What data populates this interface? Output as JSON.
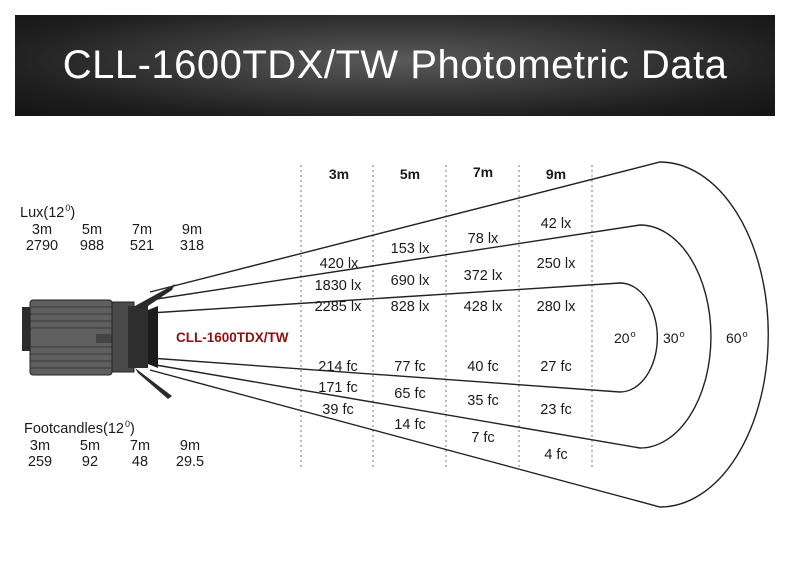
{
  "title": "CLL-1600TDX/TW Photometric Data",
  "fixture_label": "CLL-1600TDX/TW",
  "lux_legend": {
    "heading": "Lux(12",
    "heading_sup": "0",
    "heading_close": ")",
    "distances": [
      "3m",
      "5m",
      "7m",
      "9m"
    ],
    "values": [
      "2790",
      "988",
      "521",
      "318"
    ]
  },
  "fc_legend": {
    "heading": "Footcandles(12",
    "heading_sup": "0",
    "heading_close": ")",
    "distances": [
      "3m",
      "5m",
      "7m",
      "9m"
    ],
    "values": [
      "259",
      "92",
      "48",
      "29.5"
    ]
  },
  "column_headers": [
    "3m",
    "5m",
    "7m",
    "9m"
  ],
  "lux_table": {
    "60_deg": [
      "420 lx",
      "153 lx",
      "78 lx",
      "42 lx"
    ],
    "30_deg": [
      "1830 lx",
      "690 lx",
      "372 lx",
      "250 lx"
    ],
    "20_deg": [
      "2285 lx",
      "828 lx",
      "428 lx",
      "280 lx"
    ]
  },
  "fc_table": {
    "20_deg": [
      "214 fc",
      "77 fc",
      "40 fc",
      "27 fc"
    ],
    "30_deg": [
      "171 fc",
      "65 fc",
      "35 fc",
      "23 fc"
    ],
    "60_deg": [
      "39 fc",
      "14 fc",
      "7 fc",
      "4 fc"
    ]
  },
  "beam_angles": [
    "20",
    "30",
    "60"
  ],
  "degree_symbol": "o",
  "colors": {
    "banner": "#2a2a2a",
    "fixture_label": "#8a1212",
    "lines": "#222222"
  }
}
